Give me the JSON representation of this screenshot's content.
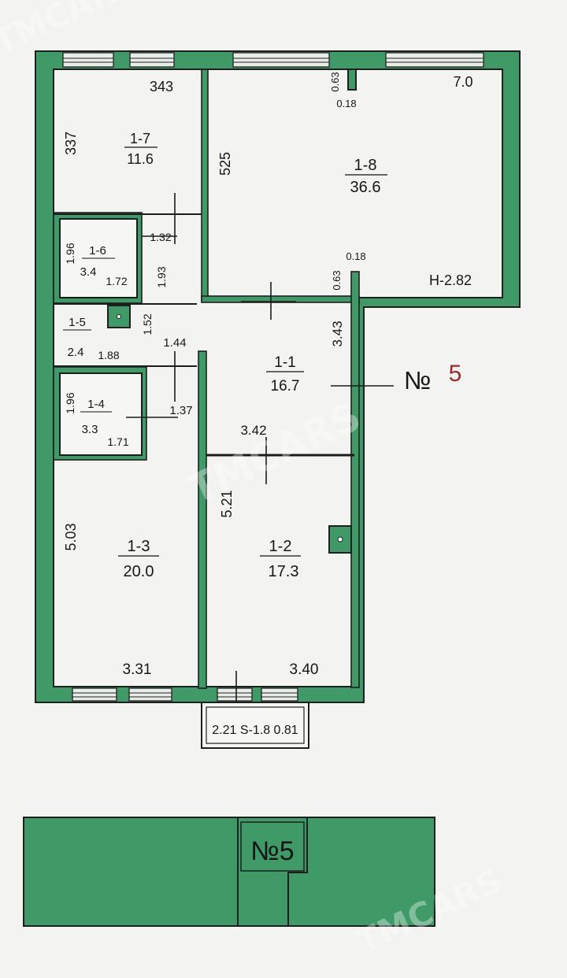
{
  "rooms": [
    {
      "id": "1-7",
      "area": "11.6",
      "dims": [
        "343",
        "337"
      ]
    },
    {
      "id": "1-8",
      "area": "36.6",
      "dims": [
        "525",
        "7.0",
        "0.63",
        "0.18",
        "0.18",
        "0.63",
        "H-2.82"
      ]
    },
    {
      "id": "1-6",
      "area": "3.4",
      "dims": [
        "1.96",
        "1.32",
        "1.72",
        "1.93"
      ]
    },
    {
      "id": "1-5",
      "area": "2.4",
      "dims": [
        "1.52",
        "1.88",
        "1.44"
      ]
    },
    {
      "id": "1-1",
      "area": "16.7",
      "dims": [
        "3.43",
        "3.42"
      ]
    },
    {
      "id": "1-4",
      "area": "3.3",
      "dims": [
        "1.96",
        "1.37",
        "1.71"
      ]
    },
    {
      "id": "1-3",
      "area": "20.0",
      "dims": [
        "5.03",
        "3.31"
      ]
    },
    {
      "id": "1-2",
      "area": "17.3",
      "dims": [
        "5.21",
        "3.40"
      ]
    }
  ],
  "balcony": {
    "text": "2.21 S-1.8 0.81"
  },
  "apartment_mark": {
    "text": "№",
    "number": "5"
  },
  "legend": {
    "text": "№5"
  },
  "watermark": "TMCARS"
}
